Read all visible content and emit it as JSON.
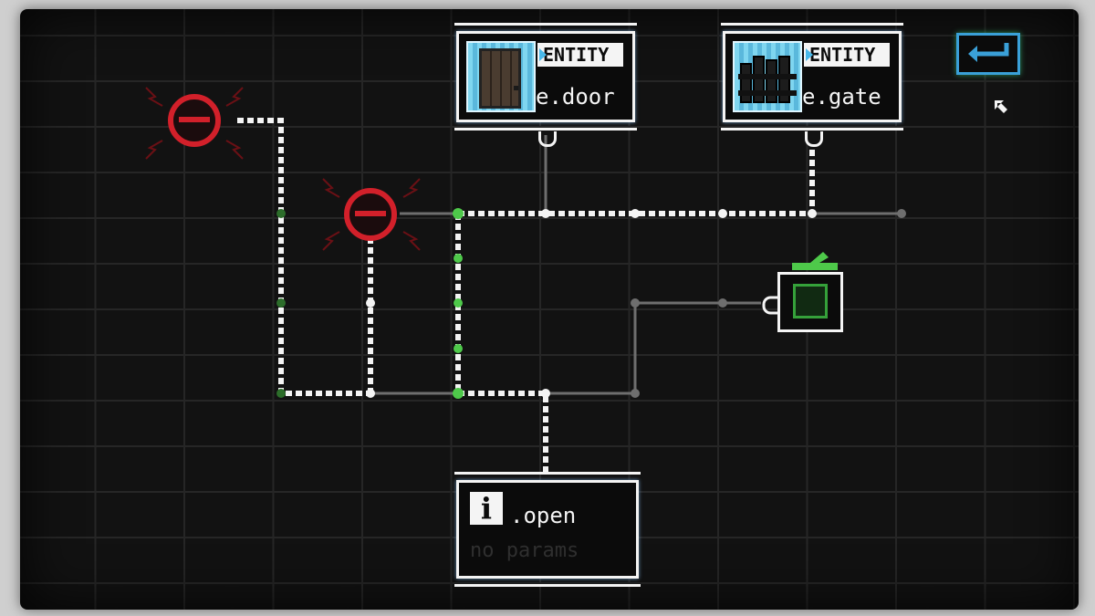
{
  "entities": [
    {
      "tag": "ENTITY",
      "name": "e.door",
      "icon": "door-icon"
    },
    {
      "tag": "ENTITY",
      "name": "e.gate",
      "icon": "gate-icon"
    }
  ],
  "event": {
    "icon_letter": "i",
    "name": ".open",
    "params": "no params"
  },
  "controls": {
    "back_icon": "return-arrow-icon",
    "cursor_icon": "cursor-arrow-icon"
  },
  "colors": {
    "background": "#121212",
    "grid": "#262626",
    "wire_active": "#f4f4f4",
    "wire_inactive": "#6e6e6e",
    "junction_active": "#4ec94a",
    "sensor": "#d2202a",
    "accent_blue": "#3aa0d8"
  }
}
